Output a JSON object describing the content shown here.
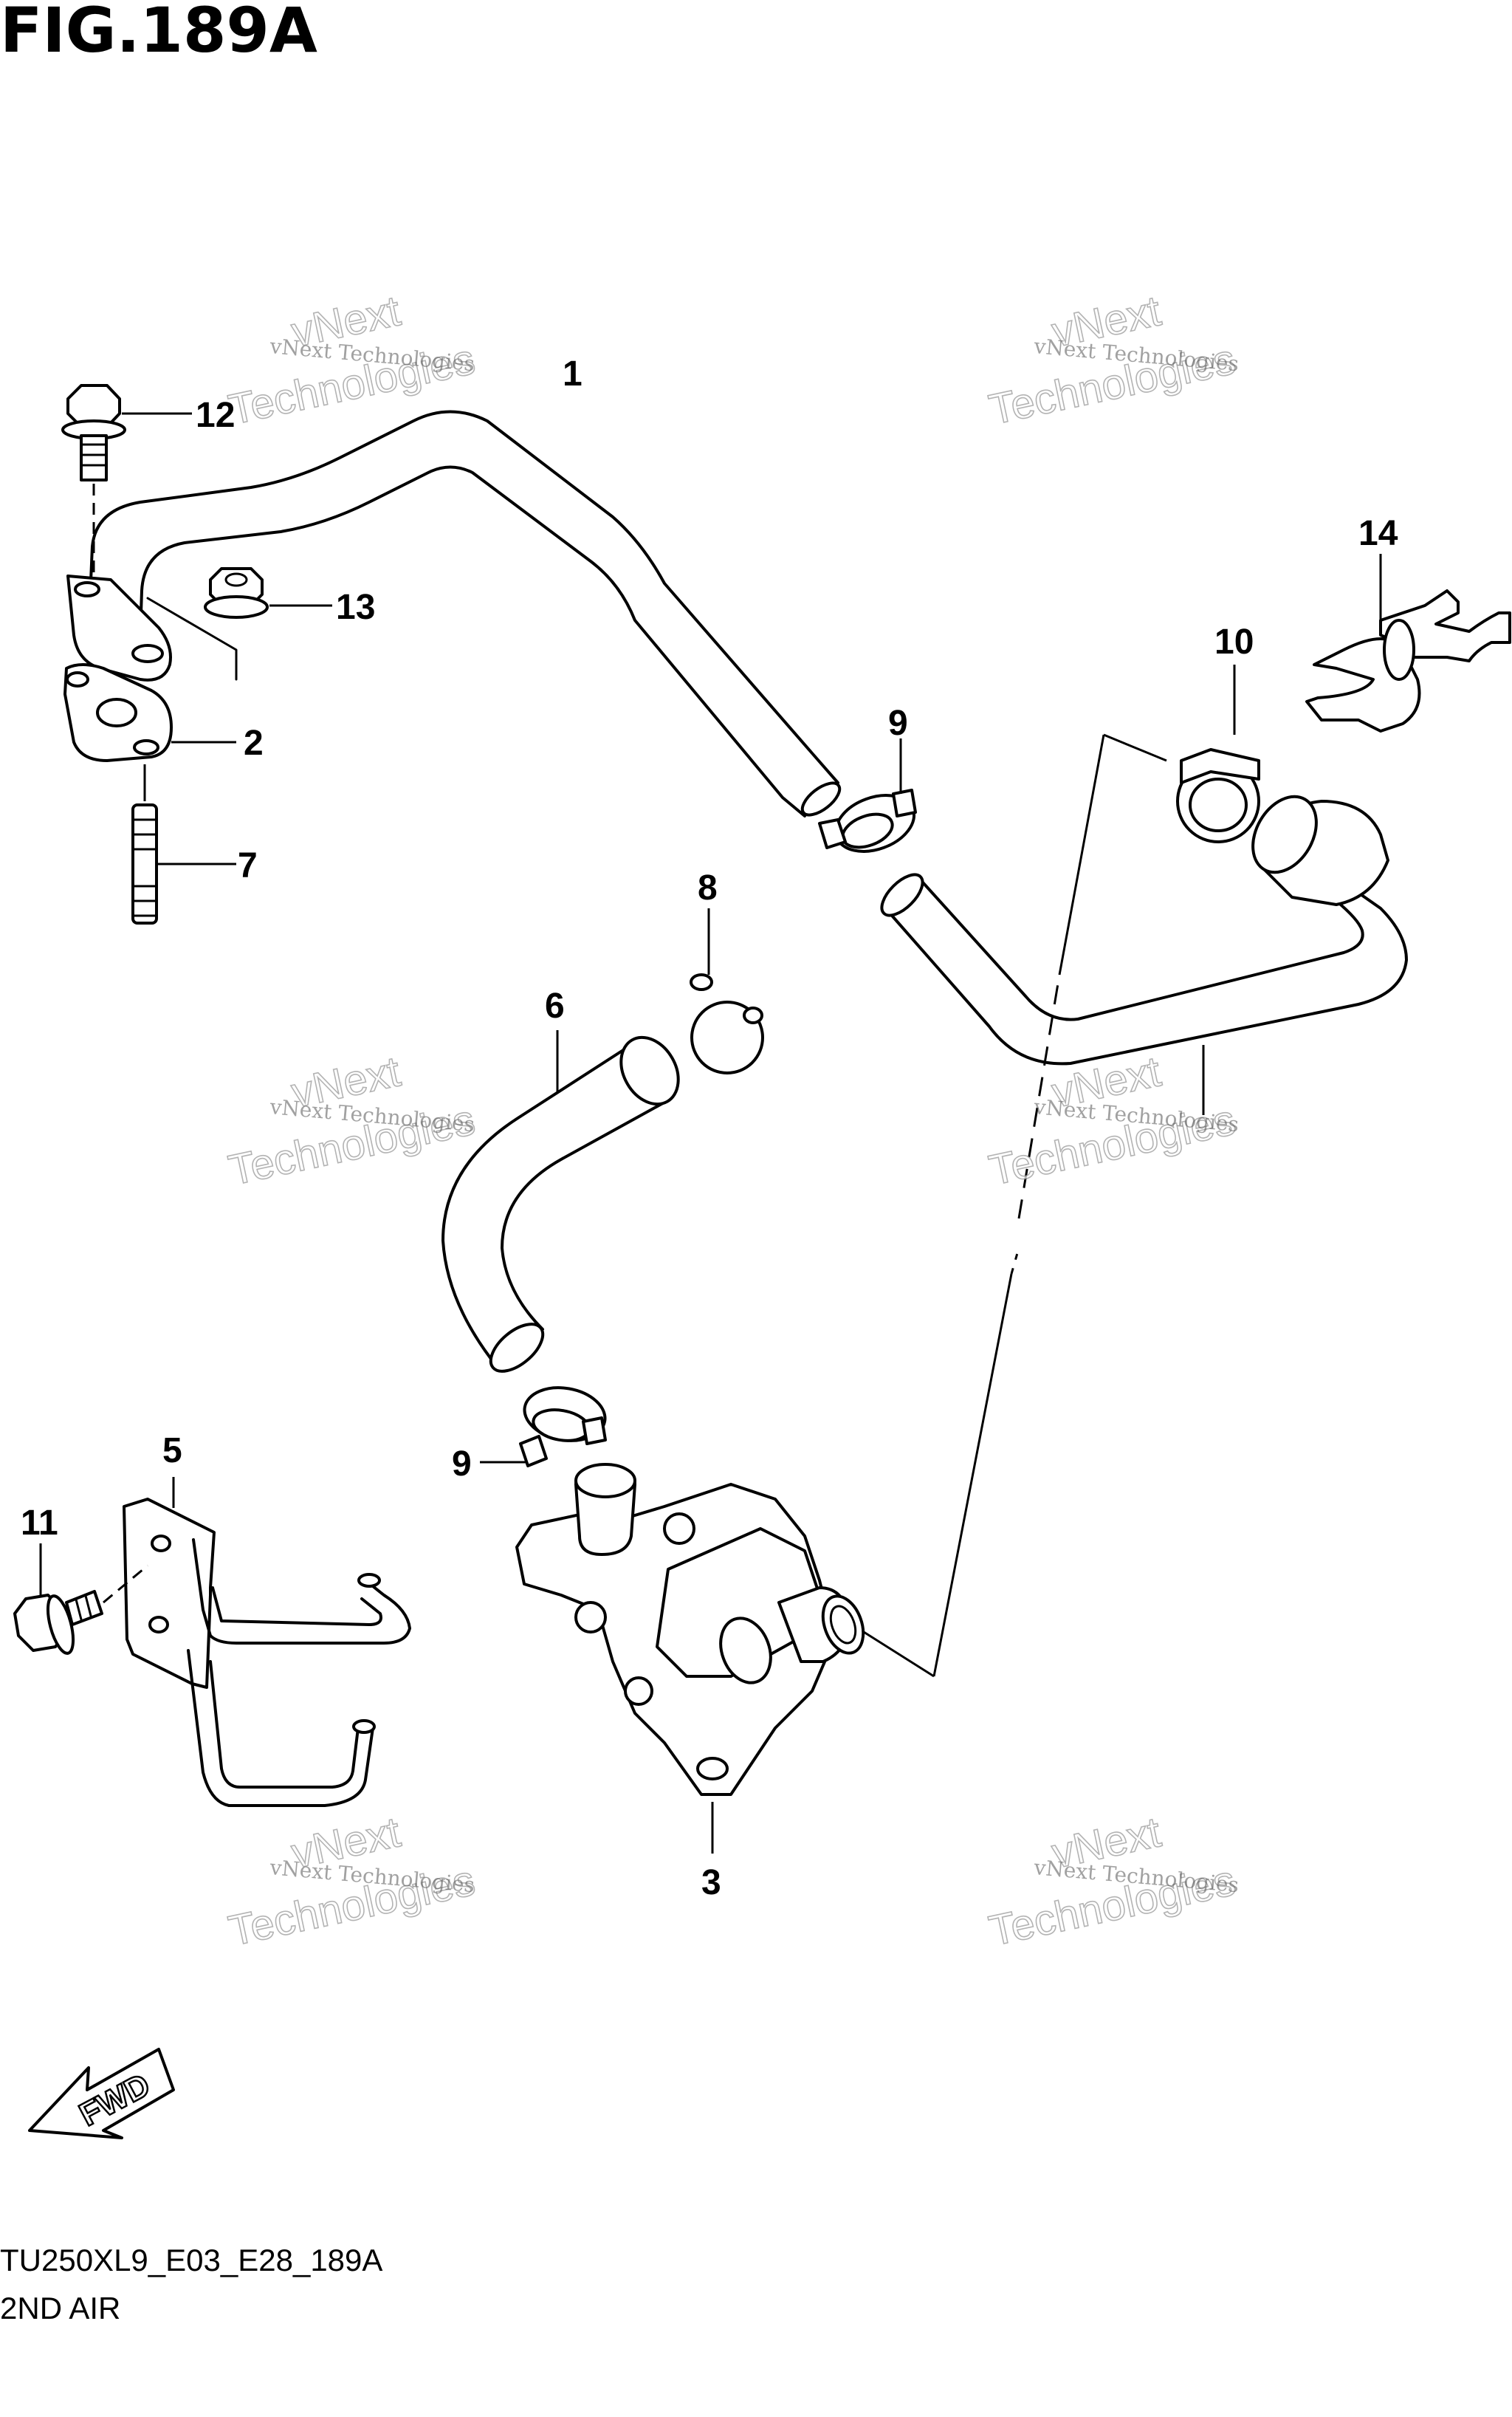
{
  "figure": {
    "title": "FIG.189A",
    "code": "TU250XL9_E03_E28_189A",
    "name": "2ND AIR"
  },
  "callouts": [
    "1",
    "2",
    "3",
    "5",
    "6",
    "7",
    "8",
    "9",
    "9",
    "10",
    "11",
    "12",
    "13",
    "14"
  ],
  "watermark": {
    "line_small": "vNext Technologies",
    "line_top": "vNext",
    "line_bottom": "Technologies"
  },
  "fwd_label": "FWD"
}
